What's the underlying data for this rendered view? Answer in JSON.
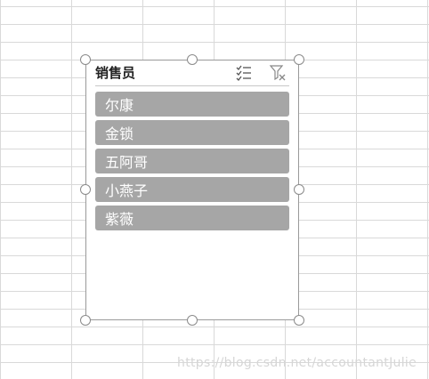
{
  "slicer": {
    "title": "销售员",
    "multi_select_icon": "multi-select-icon",
    "clear_filter_icon": "clear-filter-icon",
    "items": [
      {
        "label": "尔康"
      },
      {
        "label": "金锁"
      },
      {
        "label": "五阿哥"
      },
      {
        "label": "小燕子"
      },
      {
        "label": "紫薇"
      }
    ],
    "colors": {
      "item_background": "#a6a6a6",
      "item_text": "#ffffff",
      "border": "#9a9a9a",
      "grid": "#d9d9d9"
    }
  },
  "watermark": "https://blog.csdn.net/accountantJulie"
}
